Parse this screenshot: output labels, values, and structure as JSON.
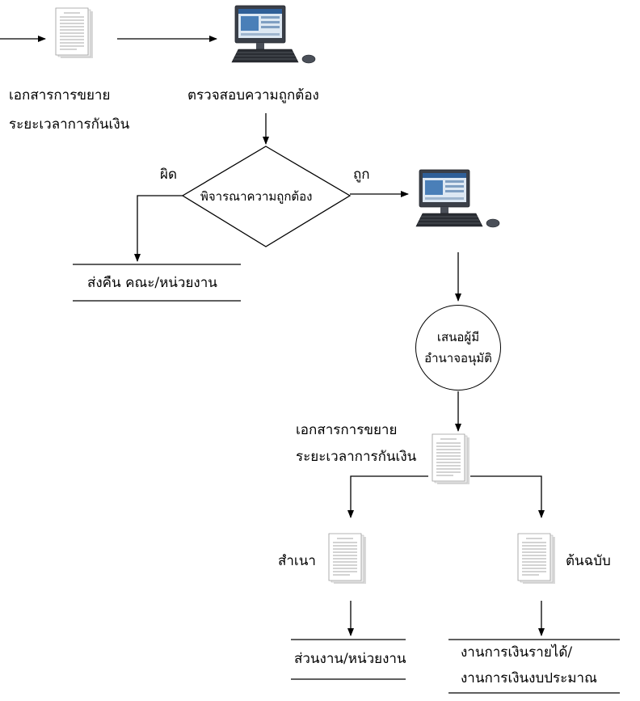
{
  "nodes": {
    "doc_top_label_line1": "เอกสารการขยาย",
    "doc_top_label_line2": "ระยะเวลาการกันเงิน",
    "verify_label": "ตรวจสอบความถูกต้อง",
    "decision_label": "พิจารณาความถูกต้อง",
    "wrong_label": "ผิด",
    "correct_label": "ถูก",
    "return_label": "ส่งคืน คณะ/หน่วยงาน",
    "approver_line1": "เสนอผู้มี",
    "approver_line2": "อำนาจอนุมัติ",
    "doc_mid_label_line1": "เอกสารการขยาย",
    "doc_mid_label_line2": "ระยะเวลาการกันเงิน",
    "copy_label": "สำเนา",
    "original_label": "ต้นฉบับ",
    "dept_label": "ส่วนงาน/หน่วยงาน",
    "finance_line1": "งานการเงินรายได้/",
    "finance_line2": "งานการเงินงบประมาณ"
  },
  "icons": {
    "document": "document-icon",
    "computer": "computer-icon"
  },
  "colors": {
    "line": "#000000",
    "monitor_frame": "#3a3f48",
    "screen": "#4a7fb8"
  }
}
